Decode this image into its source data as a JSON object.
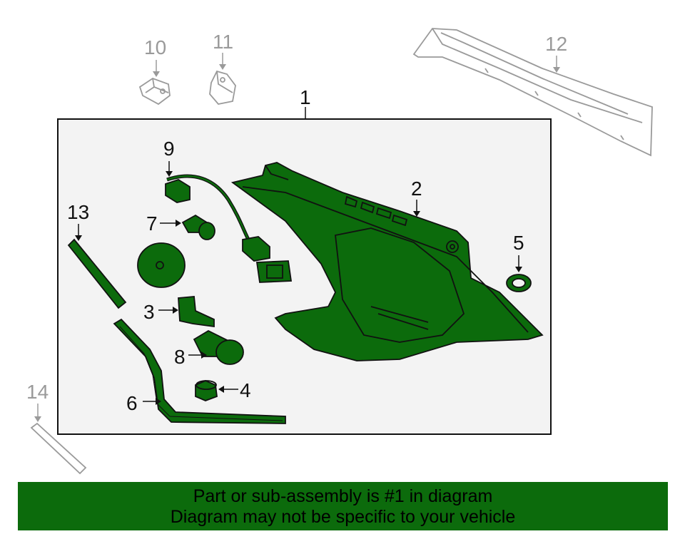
{
  "callouts": {
    "c1": "1",
    "c2": "2",
    "c3": "3",
    "c4": "4",
    "c5": "5",
    "c6": "6",
    "c7": "7",
    "c8": "8",
    "c9": "9",
    "c10": "10",
    "c11": "11",
    "c12": "12",
    "c13": "13",
    "c14": "14"
  },
  "banner": {
    "line1": "Part or sub-assembly is #1 in diagram",
    "line2": "Diagram may not be specific to your vehicle"
  },
  "colors": {
    "highlight_fill": "#0c6b0c",
    "outline": "#111111",
    "context_part": "#9a9a9a",
    "assembly_box_bg": "#f3f3f3"
  }
}
